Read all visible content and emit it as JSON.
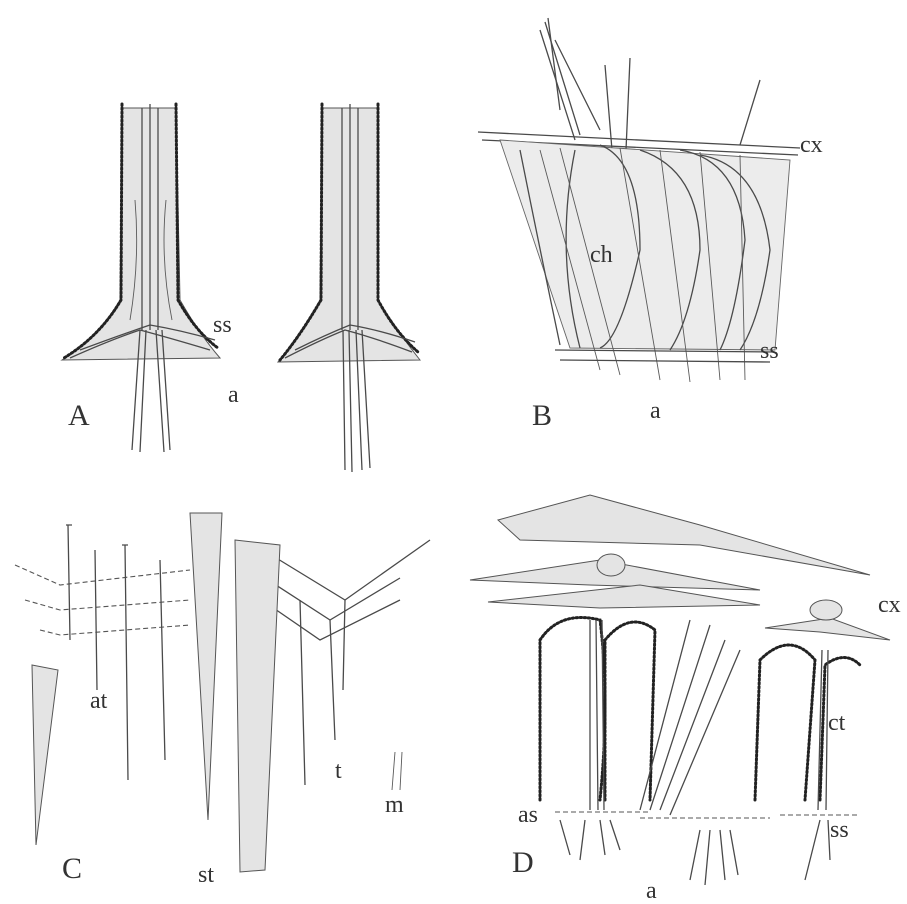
{
  "panels": {
    "A": {
      "letter": "A",
      "labels": {
        "ss": "ss",
        "a": "a"
      }
    },
    "B": {
      "letter": "B",
      "labels": {
        "cx": "cx",
        "ch": "ch",
        "ss": "ss",
        "a": "a"
      }
    },
    "C": {
      "letter": "C",
      "labels": {
        "at": "at",
        "t": "t",
        "m": "m",
        "st": "st"
      }
    },
    "D": {
      "letter": "D",
      "labels": {
        "cx": "cx",
        "ct": "ct",
        "as": "as",
        "ss": "ss",
        "a": "a"
      }
    }
  },
  "colors": {
    "ink": "#4a4a4a",
    "shade": "#e4e4e4",
    "background": "#ffffff"
  }
}
